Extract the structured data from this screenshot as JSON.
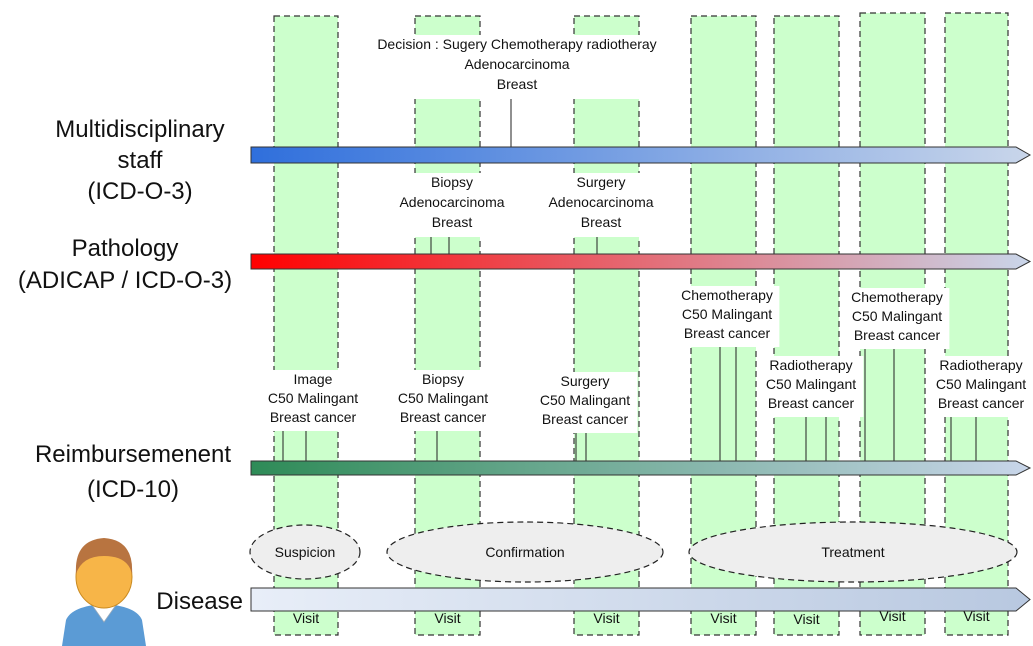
{
  "rows": [
    {
      "key": "mdt",
      "label_lines": [
        "Multidisciplinary",
        "staff",
        "(ICD-O-3)"
      ],
      "color_start": "#2f6fdc",
      "color_end": "#c9d6ea"
    },
    {
      "key": "pathology",
      "label_lines": [
        "Pathology",
        "(ADICAP / ICD-O-3)"
      ],
      "color_start": "#ff0000",
      "color_end": "#c9d6ea"
    },
    {
      "key": "reimb",
      "label_lines": [
        "Reimbursemenent",
        "(ICD-10)"
      ],
      "color_start": "#2e8b57",
      "color_end": "#c9d6ea"
    },
    {
      "key": "disease",
      "label_lines": [
        "Disease"
      ],
      "color_start": "#e8eef8",
      "color_end": "#b8c8e0"
    }
  ],
  "visits": [
    {
      "label": "Visit"
    },
    {
      "label": "Visit"
    },
    {
      "label": "Visit"
    },
    {
      "label": "Visit"
    },
    {
      "label": "Visit"
    },
    {
      "label": "Visit"
    },
    {
      "label": "Visit"
    }
  ],
  "phases": [
    {
      "label": "Suspicion"
    },
    {
      "label": "Confirmation"
    },
    {
      "label": "Treatment"
    }
  ],
  "mdt_events": [
    {
      "lines": [
        "Decision : Sugery Chemotherapy radiotheray",
        "Adenocarcinoma",
        "Breast"
      ]
    }
  ],
  "pathology_events": [
    {
      "lines": [
        "Biopsy",
        "Adenocarcinoma",
        "Breast"
      ]
    },
    {
      "lines": [
        "Surgery",
        "Adenocarcinoma",
        "Breast"
      ]
    }
  ],
  "reimb_events": [
    {
      "lines": [
        "Image",
        "C50 Malingant",
        "Breast cancer"
      ]
    },
    {
      "lines": [
        "Biopsy",
        "C50 Malingant",
        "Breast cancer"
      ]
    },
    {
      "lines": [
        "Surgery",
        "C50 Malingant",
        "Breast cancer"
      ]
    },
    {
      "lines": [
        "Chemotherapy",
        "C50 Malingant",
        "Breast cancer"
      ]
    },
    {
      "lines": [
        "Radiotherapy",
        "C50 Malingant",
        "Breast cancer"
      ]
    },
    {
      "lines": [
        "Chemotherapy",
        "C50 Malingant",
        "Breast cancer"
      ]
    },
    {
      "lines": [
        "Radiotherapy",
        "C50 Malingant",
        "Breast cancer"
      ]
    }
  ],
  "colors": {
    "visit_fill": "#ccffcc",
    "visit_stroke": "#333333",
    "phase_fill": "#eeeeee",
    "avatar_skin": "#f7b548",
    "avatar_hair": "#b87440",
    "avatar_shirt": "#5b9bd5"
  },
  "icons": {
    "patient": "patient-avatar-icon"
  }
}
